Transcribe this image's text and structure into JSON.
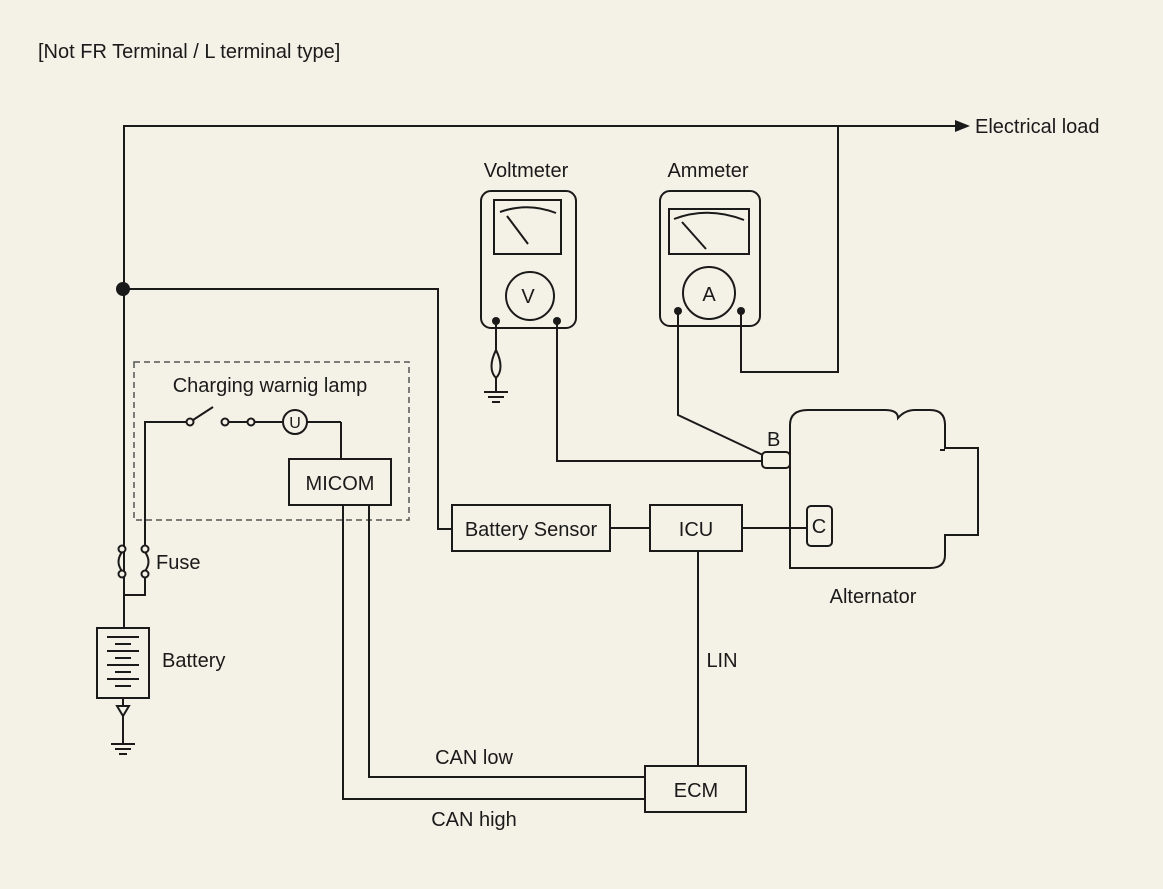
{
  "diagram": {
    "header": "[Not FR Terminal / L terminal type]",
    "labels": {
      "electrical_load": "Electrical load",
      "voltmeter": "Voltmeter",
      "ammeter": "Ammeter",
      "voltmeter_symbol": "V",
      "ammeter_symbol": "A",
      "lamp_group": "Charging warnig lamp",
      "lamp_symbol": "U",
      "micom": "MICOM",
      "battery_sensor": "Battery Sensor",
      "icu": "ICU",
      "ecm": "ECM",
      "fuse": "Fuse",
      "battery": "Battery",
      "alternator": "Alternator",
      "terminal_b": "B",
      "terminal_c": "C",
      "lin": "LIN",
      "can_low": "CAN low",
      "can_high": "CAN high"
    }
  }
}
